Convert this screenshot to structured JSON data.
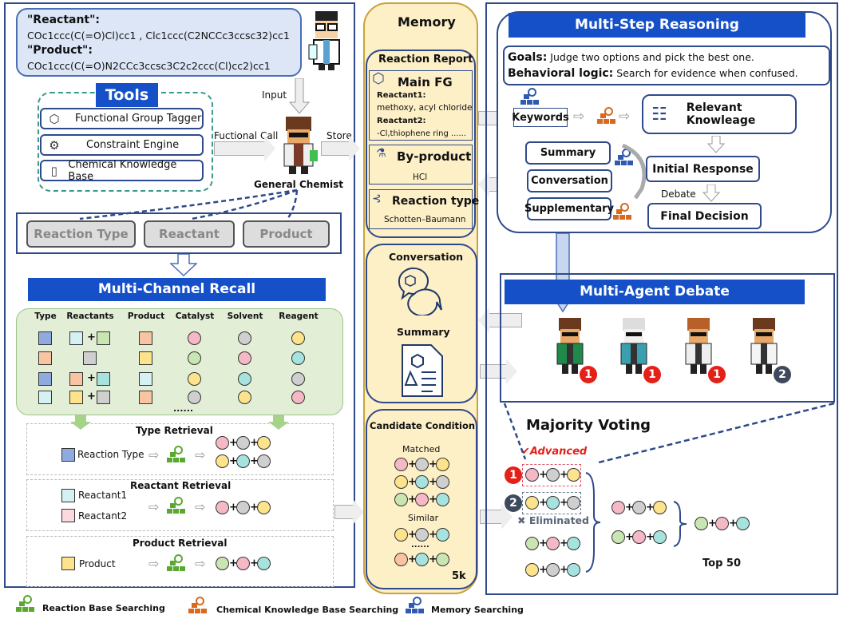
{
  "input": {
    "reactant_label": "\"Reactant\":",
    "reactant_value": "COc1ccc(C(=O)Cl)cc1 , Clc1ccc(C2NCCc3ccsc32)cc1",
    "product_label": "\"Product\":",
    "product_value": "COc1ccc(C(=O)N2CCc3ccsc3C2c2ccc(Cl)cc2)cc1"
  },
  "tools": {
    "title": "Tools",
    "items": [
      {
        "label": "Functional Group Tagger",
        "icon": "tag-icon"
      },
      {
        "label": "Constraint Engine",
        "icon": "gear-flask-icon"
      },
      {
        "label": "Chemical Knowledge Base",
        "icon": "book-icon"
      }
    ]
  },
  "flow": {
    "input": "Input",
    "call": "Fuctional Call",
    "store": "Store",
    "chemist": "General Chemist"
  },
  "recall_targets": [
    "Reaction Type",
    "Reactant",
    "Product"
  ],
  "recall": {
    "title": "Multi-Channel Recall",
    "headers": [
      "Type",
      "Reactants",
      "Product",
      "Catalyst",
      "Solvent",
      "Reagent"
    ],
    "rows": [
      {
        "type": "blue",
        "reactants": [
          "lcyan",
          "green"
        ],
        "product": "orange",
        "catalyst": "pink",
        "solvent": "gray",
        "reagent": "yellow"
      },
      {
        "type": "orange",
        "reactants": [
          "gray"
        ],
        "product": "yellow",
        "catalyst": "green",
        "solvent": "pink",
        "reagent": "cyan"
      },
      {
        "type": "blue",
        "reactants": [
          "orange",
          "cyan"
        ],
        "product": "lcyan",
        "catalyst": "yellow",
        "solvent": "cyan",
        "reagent": "gray"
      },
      {
        "type": "lcyan",
        "reactants": [
          "yellow",
          "gray"
        ],
        "product": "orange",
        "catalyst": "gray",
        "solvent": "yellow",
        "reagent": "pink"
      }
    ],
    "more": "......"
  },
  "retrieval": {
    "type": {
      "title": "Type Retrieval",
      "input": "Reaction Type",
      "results": [
        [
          "pink",
          "gray",
          "yellow"
        ],
        [
          "yellow",
          "cyan",
          "gray"
        ]
      ]
    },
    "reactant": {
      "title": "Reactant Retrieval",
      "input1": "Reactant1",
      "input2": "Reactant2",
      "results": [
        [
          "pink",
          "gray",
          "yellow"
        ]
      ]
    },
    "product": {
      "title": "Product Retrieval",
      "input": "Product",
      "results": [
        [
          "green",
          "pink",
          "cyan"
        ]
      ]
    }
  },
  "legend": {
    "reaction_base": "Reaction Base Searching",
    "chem_kb": "Chemical Knowledge Base Searching",
    "memory": "Memory Searching"
  },
  "memory": {
    "title": "Memory",
    "report_title": "Reaction Report",
    "main_fg": "Main FG",
    "r1_label": "Reactant1:",
    "r1_value": "methoxy, acyl chloride",
    "r2_label": "Reactant2:",
    "r2_value": "-Cl,thiophene ring ......",
    "byproduct": "By-product",
    "byproduct_value": "HCl",
    "rxn_type": "Reaction type",
    "rxn_type_value": "Schotten–Baumann",
    "conversation": "Conversation",
    "summary": "Summary",
    "candidate": {
      "title": "Candidate Condition",
      "matched": "Matched",
      "matched_rows": [
        [
          "pink",
          "gray",
          "yellow"
        ],
        [
          "yellow",
          "cyan",
          "gray"
        ],
        [
          "green",
          "pink",
          "cyan"
        ]
      ],
      "similar": "Similar",
      "similar_rows": [
        [
          "yellow",
          "gray",
          "cyan"
        ]
      ],
      "dots": "......",
      "last_row": [
        "orange",
        "cyan",
        "green"
      ],
      "count": "5k"
    }
  },
  "reasoning": {
    "title": "Multi-Step Reasoning",
    "goals_label": "Goals:",
    "goals": "Judge two options and pick the best one.",
    "logic_label": "Behavioral logic:",
    "logic": "Search for evidence when confused.",
    "keywords": "Keywords",
    "relevant": "Relevant Knowleage",
    "summary": "Summary",
    "conversation": "Conversation",
    "supplementary": "Supplementary",
    "initial": "Initial Response",
    "debate": "Debate",
    "final": "Final Decision"
  },
  "debate": {
    "title": "Multi-Agent Debate",
    "votes": [
      "1",
      "1",
      "1",
      "2"
    ]
  },
  "voting": {
    "title": "Majority Voting",
    "advanced": "✔Advanced",
    "eliminated": "✖ Eliminated",
    "badge1": "1",
    "badge2": "2",
    "col1": [
      [
        "pink",
        "gray",
        "yellow"
      ],
      [
        "yellow",
        "cyan",
        "gray"
      ],
      [
        "green",
        "pink",
        "cyan"
      ],
      [
        "yellow",
        "gray",
        "cyan"
      ]
    ],
    "col2": [
      [
        "pink",
        "gray",
        "yellow"
      ],
      [
        "green",
        "pink",
        "cyan"
      ]
    ],
    "final": [
      "green",
      "pink",
      "cyan"
    ],
    "top": "Top 50"
  },
  "palette": {
    "pink": "#f5b9c6",
    "gray": "#cfcfcf",
    "yellow": "#fde38c",
    "cyan": "#a6e3df",
    "lcyan": "#d6f1f3",
    "green": "#c9e5b2",
    "orange": "#f8c4a2",
    "blue": "#8eaadf"
  }
}
